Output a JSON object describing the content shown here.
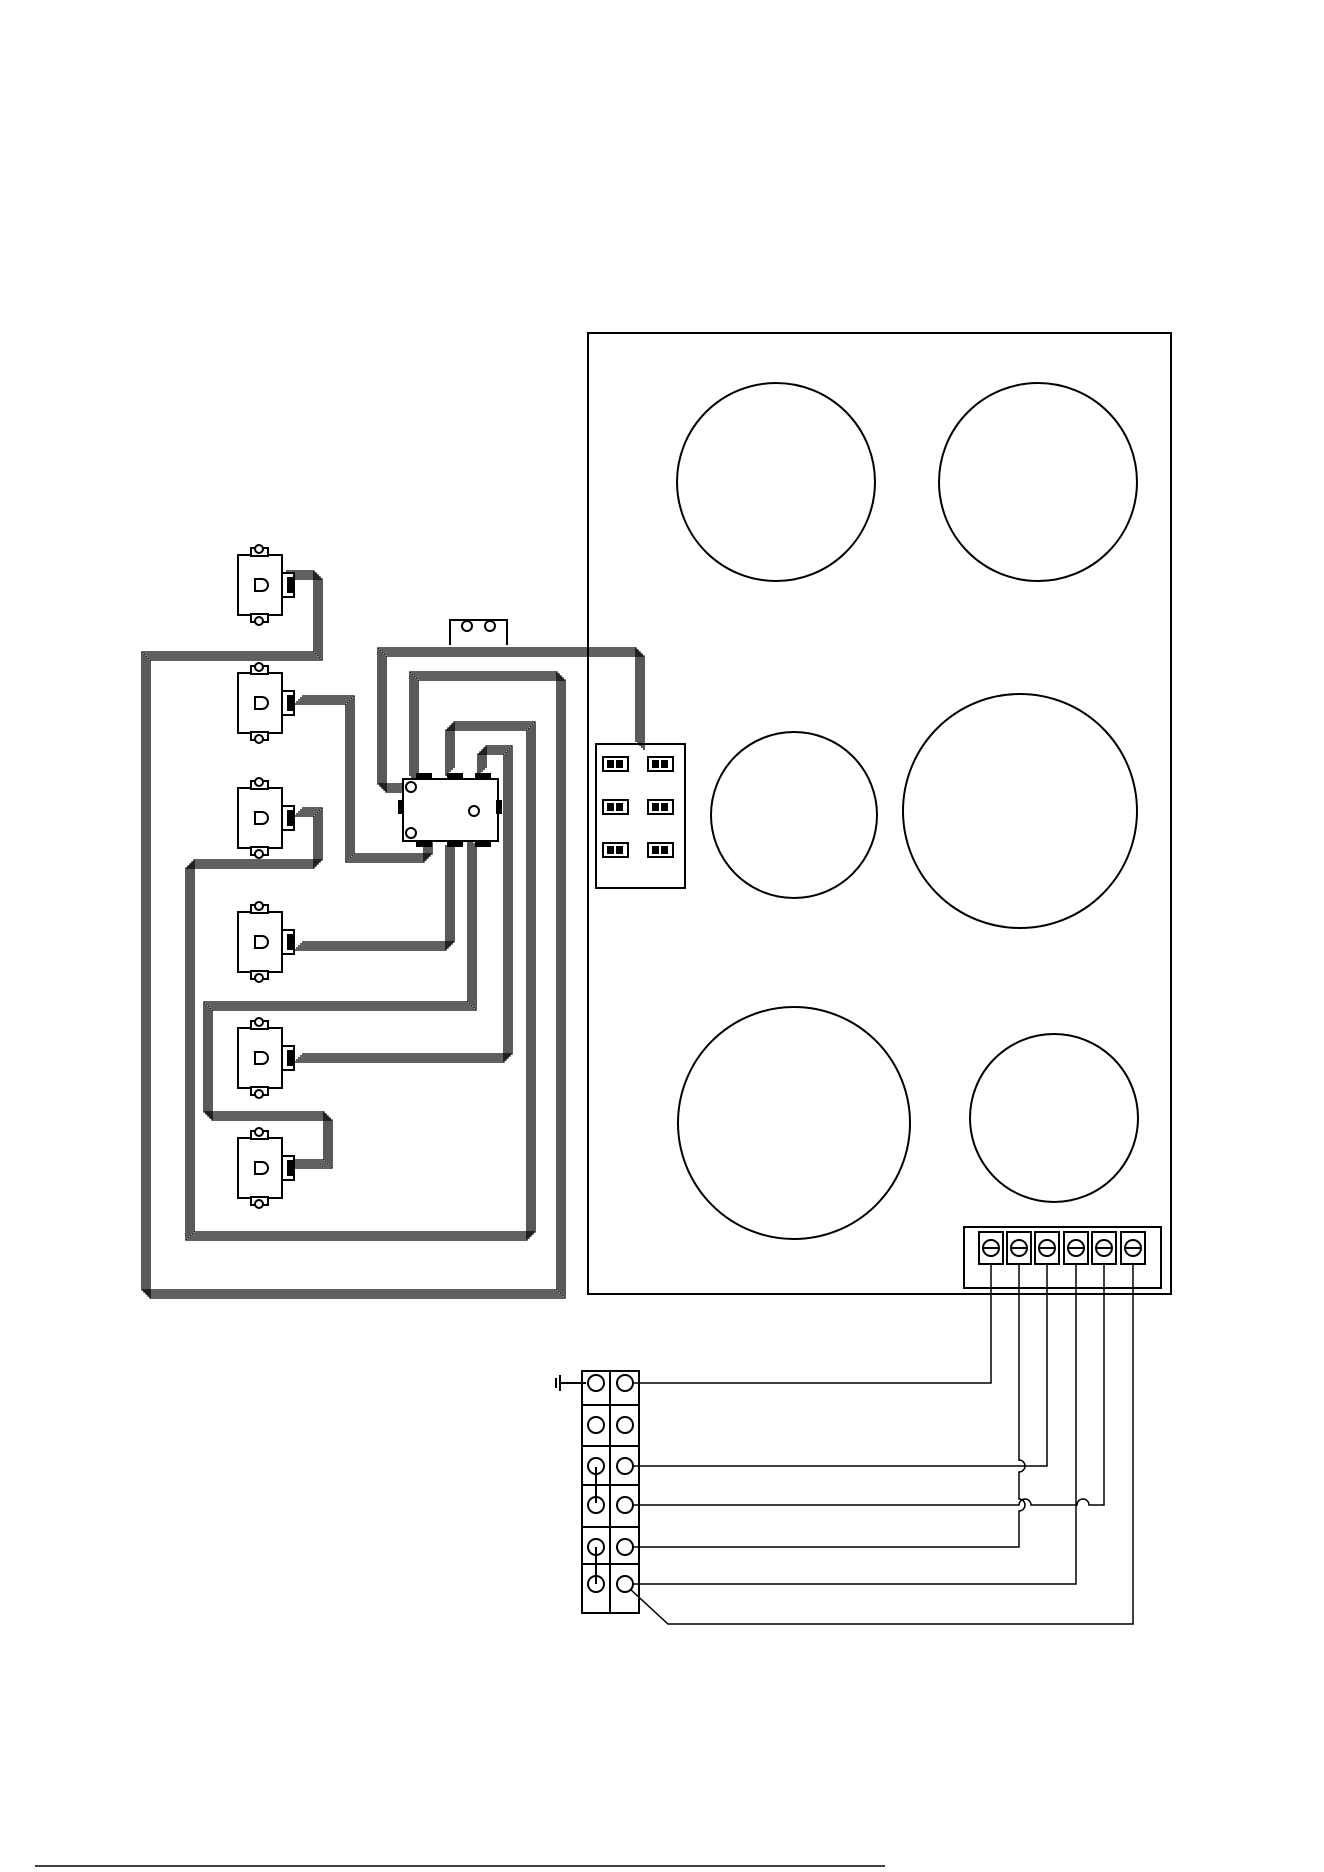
{
  "diagram": {
    "hob": {
      "zone_count": 6,
      "display_digits": 6,
      "terminal_count": 6
    },
    "control_switches": {
      "count": 6
    },
    "supply_terminal_block": {
      "rows": 6,
      "columns": 2,
      "earth_symbol": "earth-ground"
    },
    "footer_text": ""
  },
  "colors": {
    "line": "#000000",
    "background": "#ffffff"
  }
}
